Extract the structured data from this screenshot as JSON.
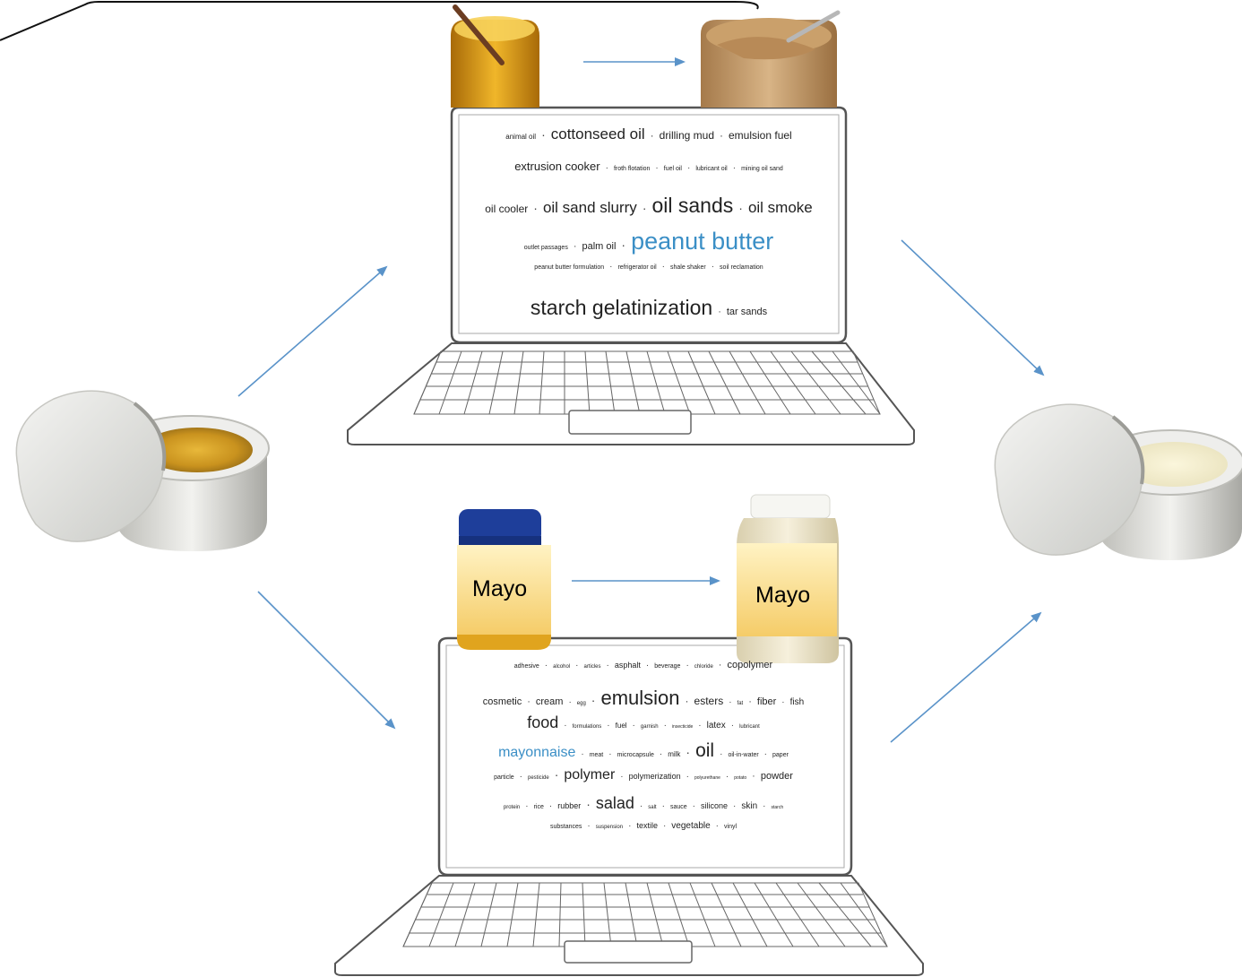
{
  "top_cloud": {
    "lines": [
      [
        {
          "t": "animal oil",
          "s": 8
        },
        {
          "t": "cottonseed oil",
          "s": 17
        },
        {
          "t": "drilling mud",
          "s": 12
        },
        {
          "t": "emulsion fuel",
          "s": 12
        }
      ],
      [
        {
          "t": "extrusion cooker",
          "s": 13
        },
        {
          "t": "froth flotation",
          "s": 7
        },
        {
          "t": "fuel oil",
          "s": 7
        },
        {
          "t": "lubricant oil",
          "s": 7
        },
        {
          "t": "mining oil sand",
          "s": 7
        }
      ],
      [
        {
          "t": "oil cooler",
          "s": 12
        },
        {
          "t": "oil sand slurry",
          "s": 17
        },
        {
          "t": "oil sands",
          "s": 23
        },
        {
          "t": "oil smoke",
          "s": 17
        }
      ],
      [
        {
          "t": "outlet passages",
          "s": 7
        },
        {
          "t": "palm oil",
          "s": 11
        },
        {
          "t": "peanut butter",
          "s": 27,
          "hl": true
        }
      ],
      [
        {
          "t": "peanut butter formulation",
          "s": 7
        },
        {
          "t": "refrigerator oil",
          "s": 7
        },
        {
          "t": "shale shaker",
          "s": 7
        },
        {
          "t": "soil reclamation",
          "s": 7
        }
      ],
      [
        {
          "t": "starch gelatinization",
          "s": 23
        },
        {
          "t": "tar sands",
          "s": 11
        }
      ]
    ]
  },
  "bottom_cloud": {
    "lines": [
      [
        {
          "t": "adhesive",
          "s": 7
        },
        {
          "t": "alcohol",
          "s": 6
        },
        {
          "t": "articles",
          "s": 6
        },
        {
          "t": "asphalt",
          "s": 9
        },
        {
          "t": "beverage",
          "s": 7
        },
        {
          "t": "chloride",
          "s": 6
        },
        {
          "t": "copolymer",
          "s": 11
        }
      ],
      [
        {
          "t": "cosmetic",
          "s": 11
        },
        {
          "t": "cream",
          "s": 11
        },
        {
          "t": "egg",
          "s": 6
        },
        {
          "t": "emulsion",
          "s": 22
        },
        {
          "t": "esters",
          "s": 12
        },
        {
          "t": "fat",
          "s": 6
        },
        {
          "t": "fiber",
          "s": 11
        },
        {
          "t": "fish",
          "s": 10
        }
      ],
      [
        {
          "t": "food",
          "s": 18
        },
        {
          "t": "formulations",
          "s": 6
        },
        {
          "t": "fuel",
          "s": 8
        },
        {
          "t": "garnish",
          "s": 6
        },
        {
          "t": "insecticide",
          "s": 5
        },
        {
          "t": "latex",
          "s": 10
        },
        {
          "t": "lubricant",
          "s": 6
        }
      ],
      [
        {
          "t": "mayonnaise",
          "s": 16,
          "hl": true
        },
        {
          "t": "meat",
          "s": 7
        },
        {
          "t": "microcapsule",
          "s": 7
        },
        {
          "t": "milk",
          "s": 8
        },
        {
          "t": "oil",
          "s": 21
        },
        {
          "t": "oil-in-water",
          "s": 7
        },
        {
          "t": "paper",
          "s": 7
        }
      ],
      [
        {
          "t": "particle",
          "s": 7
        },
        {
          "t": "pesticide",
          "s": 6
        },
        {
          "t": "polymer",
          "s": 16
        },
        {
          "t": "polymerization",
          "s": 9
        },
        {
          "t": "polyurethane",
          "s": 5
        },
        {
          "t": "potato",
          "s": 5
        },
        {
          "t": "powder",
          "s": 11
        }
      ],
      [
        {
          "t": "protein",
          "s": 6
        },
        {
          "t": "rice",
          "s": 7
        },
        {
          "t": "rubber",
          "s": 9
        },
        {
          "t": "salad",
          "s": 18
        },
        {
          "t": "salt",
          "s": 6
        },
        {
          "t": "sauce",
          "s": 7
        },
        {
          "t": "silicone",
          "s": 9
        },
        {
          "t": "skin",
          "s": 10
        },
        {
          "t": "starch",
          "s": 5
        }
      ],
      [
        {
          "t": "substances",
          "s": 7
        },
        {
          "t": "suspension",
          "s": 6
        },
        {
          "t": "textile",
          "s": 9
        },
        {
          "t": "vegetable",
          "s": 10
        },
        {
          "t": "vinyl",
          "s": 7
        }
      ]
    ]
  },
  "jar_labels": {
    "left": "Mayo",
    "right": "Mayo"
  },
  "colors": {
    "arrow": "#5a93c9",
    "highlight": "#3b8fc6",
    "text": "#222222",
    "outline": "#555555"
  }
}
